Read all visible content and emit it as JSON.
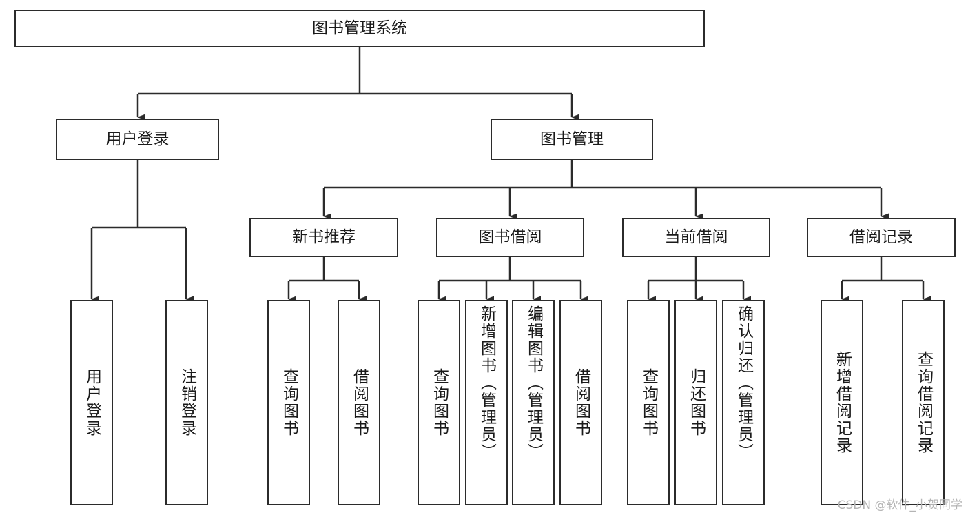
{
  "diagram": {
    "type": "tree",
    "title": "图书管理系统",
    "orientation": "top-down",
    "levels": 4,
    "root": {
      "id": "root",
      "label": "图书管理系统"
    },
    "level2": [
      {
        "id": "user-login",
        "label": "用户登录"
      },
      {
        "id": "book-management",
        "label": "图书管理"
      }
    ],
    "level3": [
      {
        "id": "new-book-recommend",
        "label": "新书推荐",
        "parent": "book-management"
      },
      {
        "id": "book-borrow",
        "label": "图书借阅",
        "parent": "book-management"
      },
      {
        "id": "current-borrow",
        "label": "当前借阅",
        "parent": "book-management"
      },
      {
        "id": "borrow-record",
        "label": "借阅记录",
        "parent": "book-management"
      }
    ],
    "leaves": {
      "user_login": [
        {
          "id": "leaf-user-login",
          "label": "用户登录"
        },
        {
          "id": "leaf-logout-login",
          "label": "注销登录"
        }
      ],
      "new_book_recommend": [
        {
          "id": "leaf-query-book-1",
          "label": "查询图书"
        },
        {
          "id": "leaf-borrow-book-1",
          "label": "借阅图书"
        }
      ],
      "book_borrow": [
        {
          "id": "leaf-query-book-2",
          "label": "查询图书"
        },
        {
          "id": "leaf-add-book",
          "label": "新增图书（管理员）"
        },
        {
          "id": "leaf-edit-book",
          "label": "编辑图书（管理员）"
        },
        {
          "id": "leaf-borrow-book-2",
          "label": "借阅图书"
        }
      ],
      "current_borrow": [
        {
          "id": "leaf-query-book-3",
          "label": "查询图书"
        },
        {
          "id": "leaf-return-book",
          "label": "归还图书"
        },
        {
          "id": "leaf-confirm-return",
          "label": "确认归还（管理员）"
        }
      ],
      "borrow_record": [
        {
          "id": "leaf-add-record",
          "label": "新增借阅记录"
        },
        {
          "id": "leaf-query-record",
          "label": "查询借阅记录"
        }
      ]
    },
    "colors": {
      "stroke": "#2b2b2b",
      "fill": "#ffffff",
      "text": "#1a1a1a",
      "watermark": "#b4b4b4"
    }
  },
  "watermark": {
    "text": "CSDN @软件_小贺同学"
  }
}
